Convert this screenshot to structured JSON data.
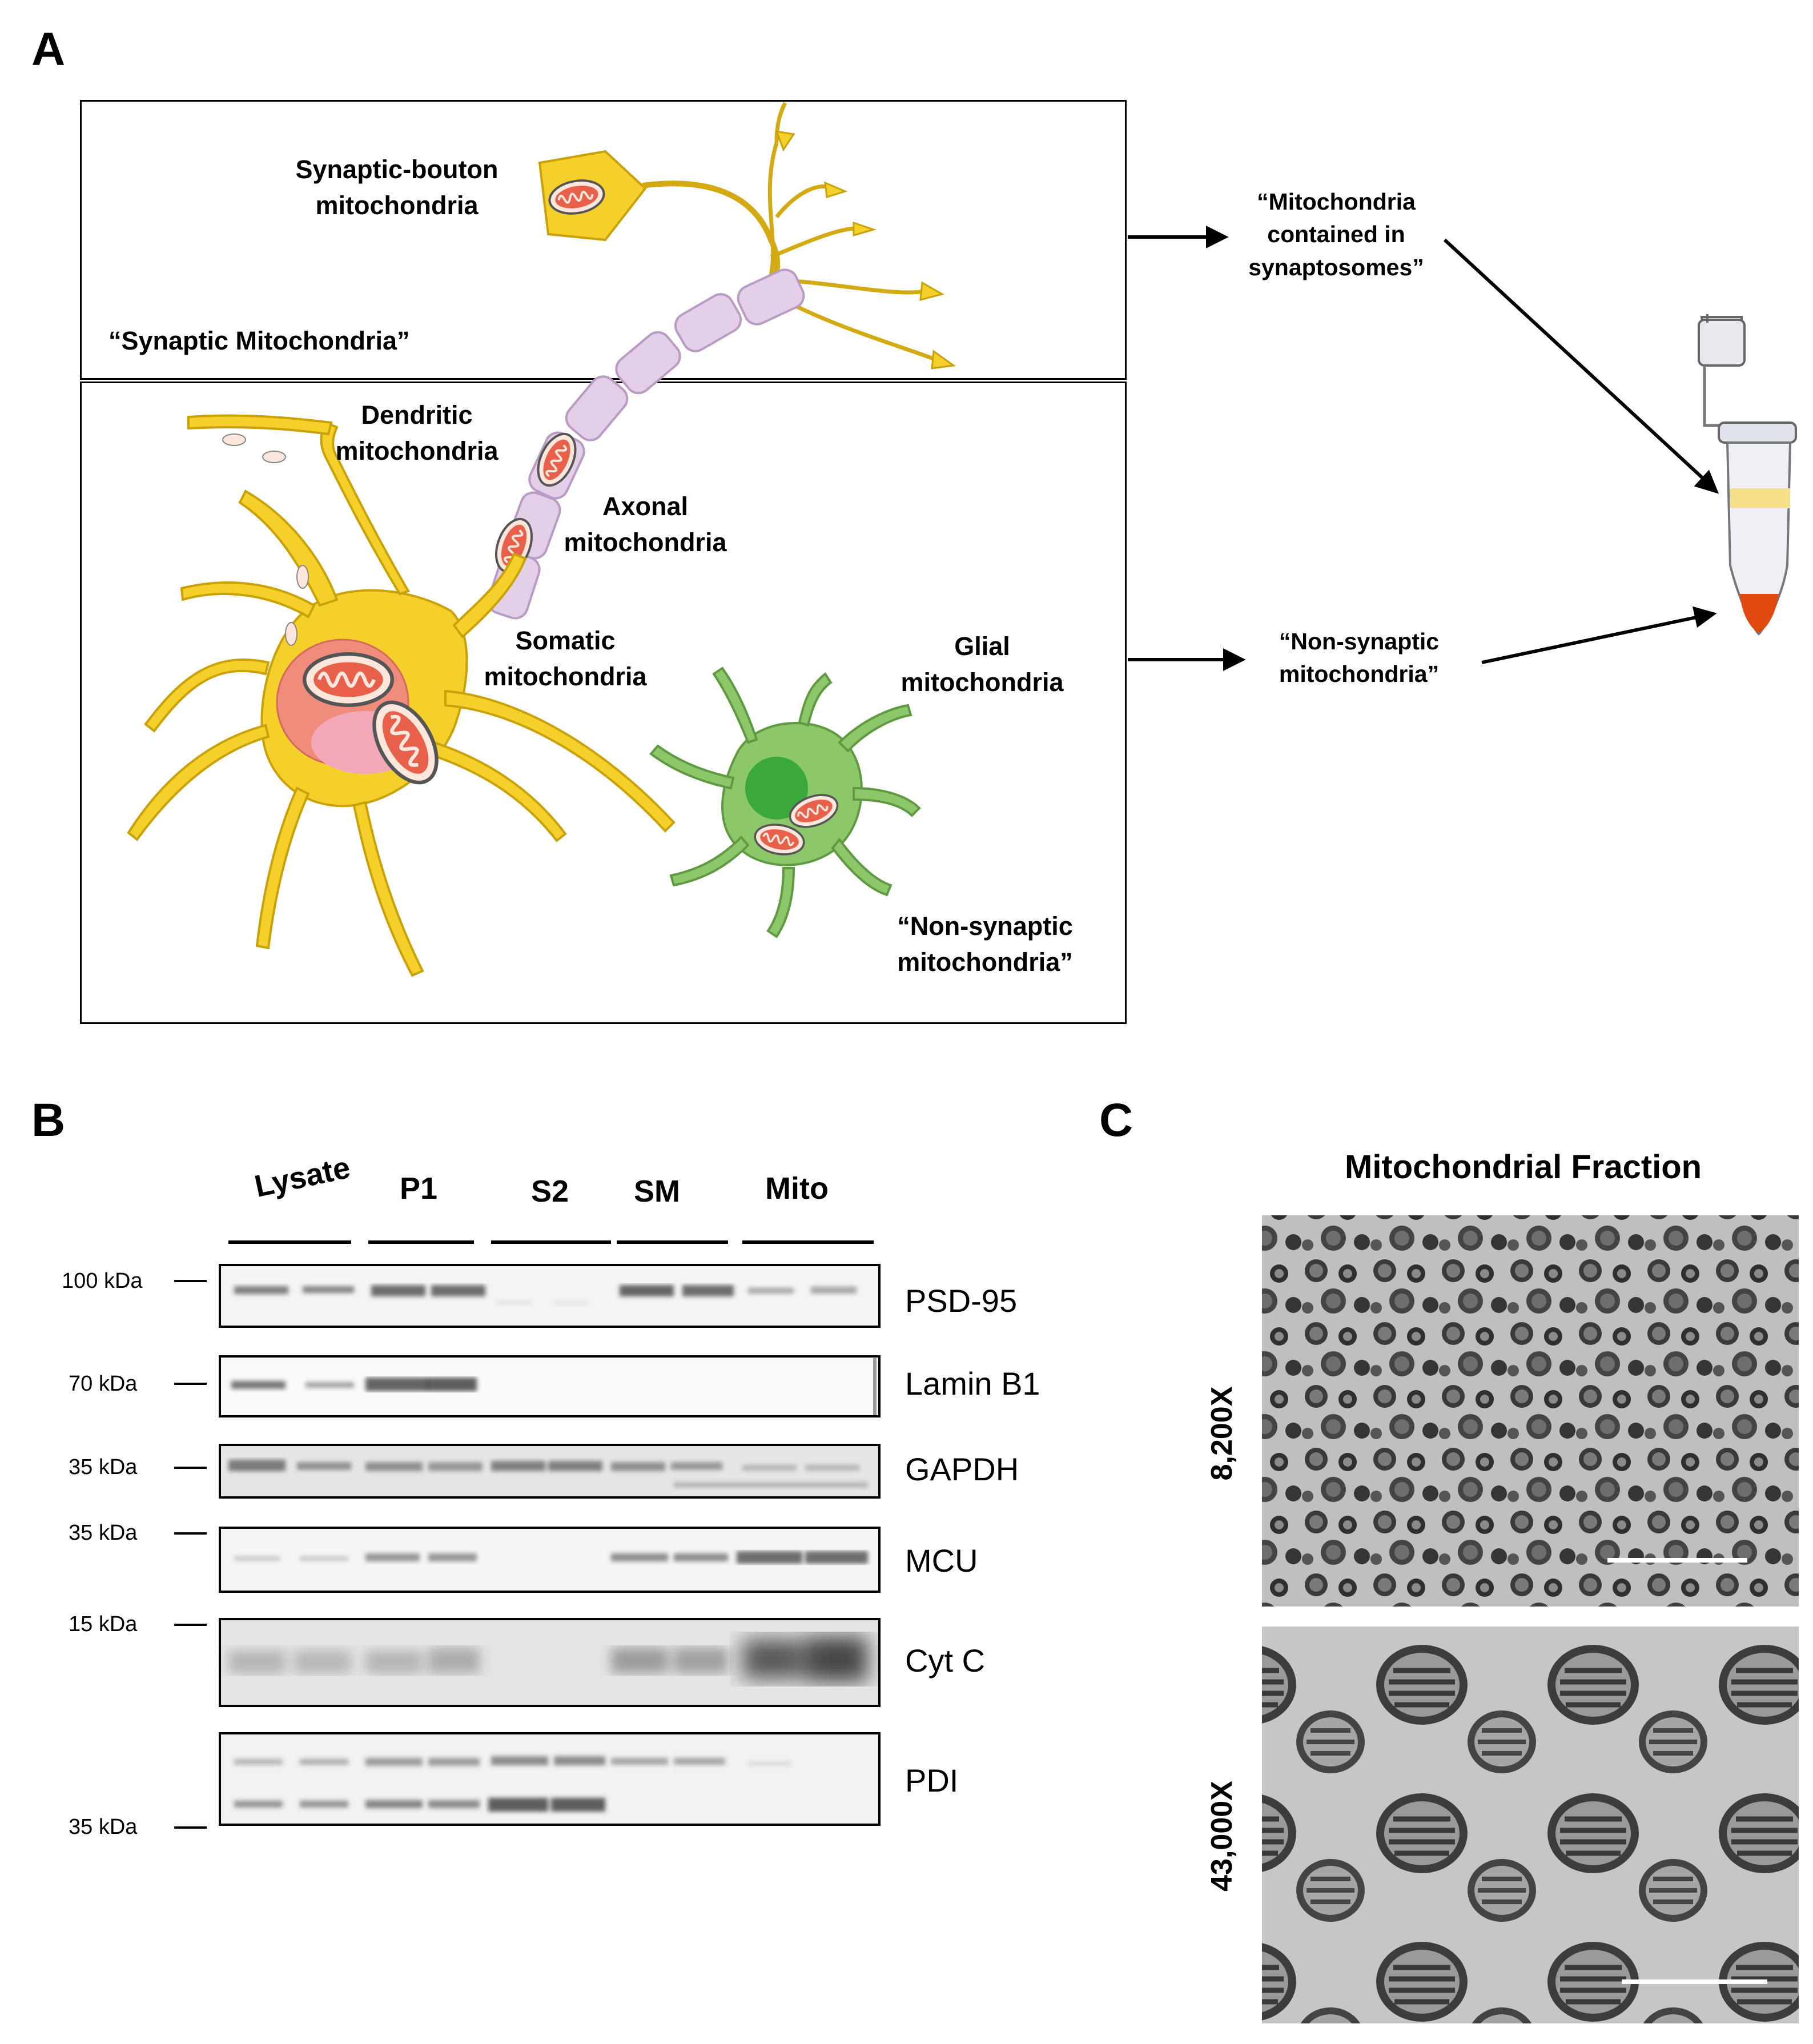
{
  "panel_a": {
    "letter": "A",
    "labels": {
      "synaptic_bouton": "Synaptic-bouton\nmitochondria",
      "synaptic_quote": "“Synaptic Mitochondria”",
      "dendritic": "Dendritic\nmitochondria",
      "axonal": "Axonal\nmitochondria",
      "somatic": "Somatic\nmitochondria",
      "glial": "Glial\nmitochondria",
      "nonsynaptic_quote_box": "“Non-synaptic\nmitochondria”",
      "contained_synaptosomes": "“Mitochondria\ncontained in\nsynaptosomes”",
      "nonsynaptic_quote_right": "“Non-synaptic\nmitochondria”"
    },
    "colors": {
      "neuron": "#f5cf2a",
      "neuron_outline": "#c9a20a",
      "axon_segment": "#e3cfe8",
      "mito": "#e8604a",
      "glia": "#8cc76a",
      "glia_nucleus": "#3aa83a",
      "tube_band": "#f7e08a",
      "tube_pellet": "#e04a10"
    }
  },
  "panel_b": {
    "letter": "B",
    "lane_groups": [
      "Lysate",
      "P1",
      "S2",
      "SM",
      "Mito"
    ],
    "blots": [
      {
        "protein": "PSD-95",
        "marker": "100 kDa"
      },
      {
        "protein": "Lamin B1",
        "marker": "70 kDa"
      },
      {
        "protein": "GAPDH",
        "marker": "35 kDa"
      },
      {
        "protein": "MCU",
        "marker": "35 kDa"
      },
      {
        "protein": "Cyt C",
        "marker": "15 kDa"
      },
      {
        "protein": "PDI",
        "marker": "35 kDa"
      }
    ]
  },
  "panel_c": {
    "letter": "C",
    "title": "Mitochondrial Fraction",
    "magnifications": [
      "8,200X",
      "43,000X"
    ]
  }
}
